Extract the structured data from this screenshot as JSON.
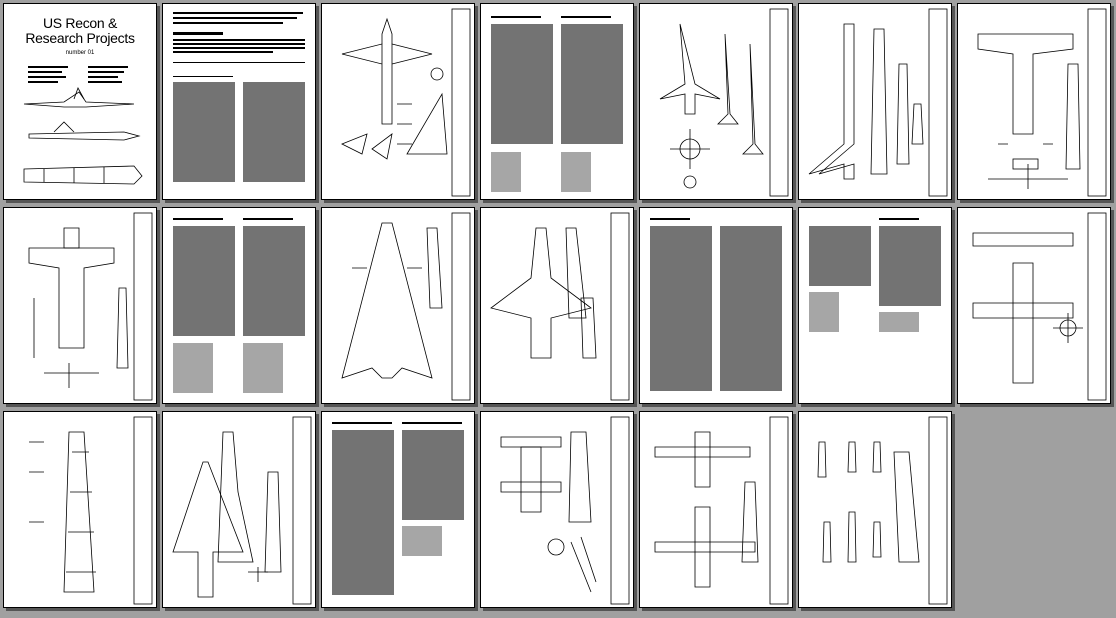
{
  "cover": {
    "title_line1": "US Recon &",
    "title_line2": "Research Projects",
    "subtitle": "number 01"
  },
  "colors": {
    "background": "#a0a0a0",
    "page": "#ffffff",
    "ink": "#000000"
  },
  "pages": [
    {
      "kind": "cover"
    },
    {
      "kind": "text"
    },
    {
      "kind": "drawing"
    },
    {
      "kind": "text"
    },
    {
      "kind": "drawing"
    },
    {
      "kind": "drawing"
    },
    {
      "kind": "drawing"
    },
    {
      "kind": "drawing"
    },
    {
      "kind": "text"
    },
    {
      "kind": "drawing"
    },
    {
      "kind": "drawing"
    },
    {
      "kind": "text"
    },
    {
      "kind": "text"
    },
    {
      "kind": "drawing"
    },
    {
      "kind": "drawing"
    },
    {
      "kind": "drawing"
    },
    {
      "kind": "text"
    },
    {
      "kind": "drawing"
    },
    {
      "kind": "drawing"
    },
    {
      "kind": "drawing"
    }
  ]
}
